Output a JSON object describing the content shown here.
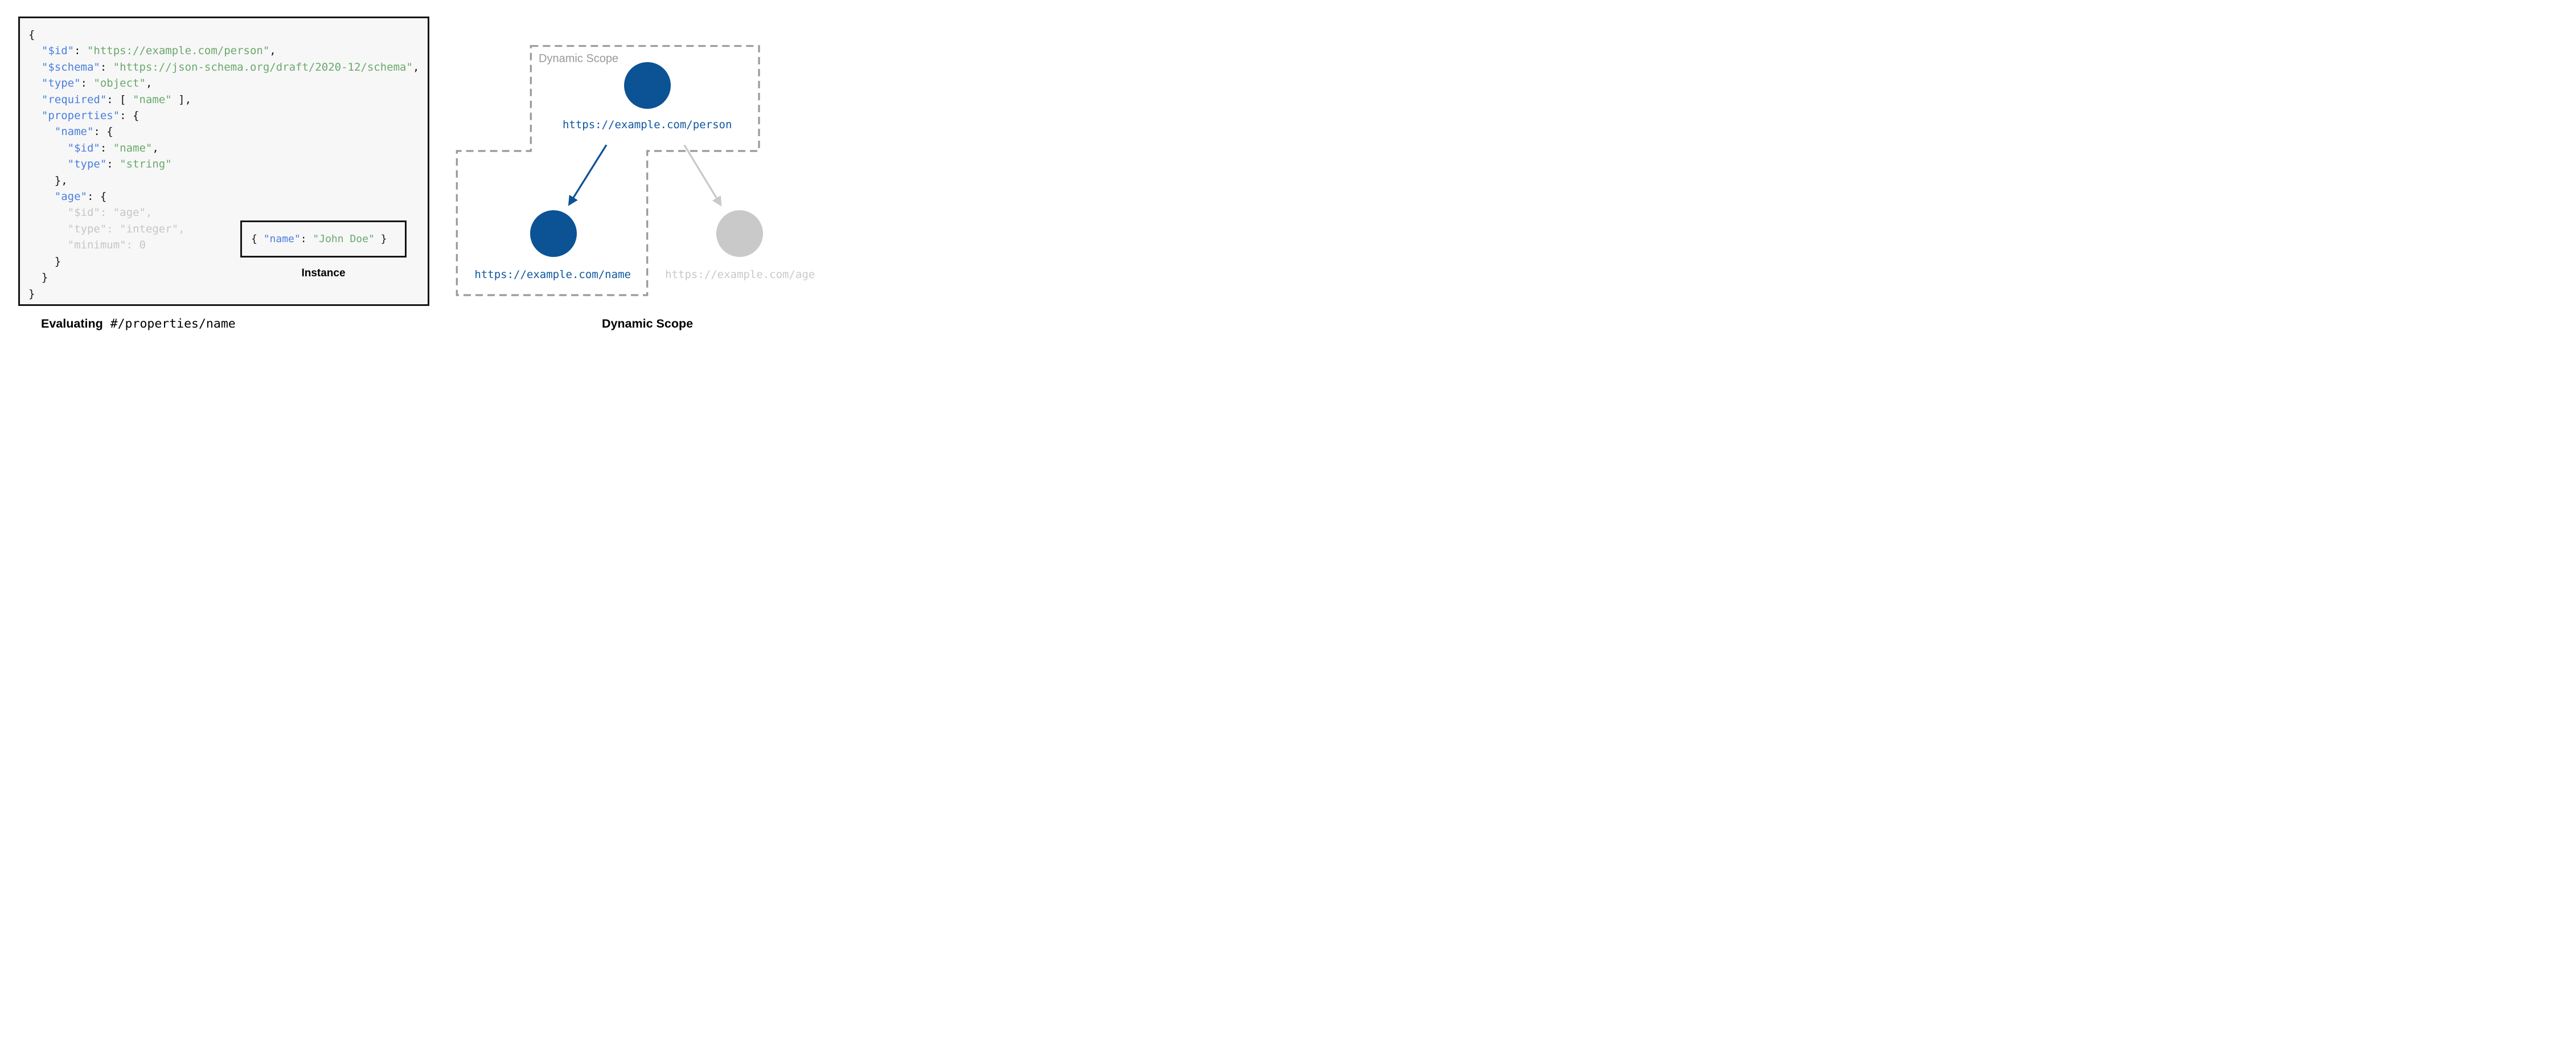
{
  "colors": {
    "panel_background": "#f7f7f7",
    "border_ink": "#151515",
    "key_blue": "#4a7ee0",
    "string_green": "#6aa96d",
    "muted_gray": "#c6c6c6",
    "node_blue": "#0b5394",
    "node_gray": "#c9c9c9",
    "dash_gray": "#999999",
    "url_blue": "#0f57a0"
  },
  "schema_panel": {
    "code_lines": [
      [
        [
          "p",
          "{"
        ]
      ],
      [
        [
          "p",
          "  "
        ],
        [
          "k",
          "\"$id\""
        ],
        [
          "p",
          ": "
        ],
        [
          "s",
          "\"https://example.com/person\""
        ],
        [
          "p",
          ","
        ]
      ],
      [
        [
          "p",
          "  "
        ],
        [
          "k",
          "\"$schema\""
        ],
        [
          "p",
          ": "
        ],
        [
          "s",
          "\"https://json-schema.org/draft/2020-12/schema\""
        ],
        [
          "p",
          ","
        ]
      ],
      [
        [
          "p",
          "  "
        ],
        [
          "k",
          "\"type\""
        ],
        [
          "p",
          ": "
        ],
        [
          "s",
          "\"object\""
        ],
        [
          "p",
          ","
        ]
      ],
      [
        [
          "p",
          "  "
        ],
        [
          "k",
          "\"required\""
        ],
        [
          "p",
          ": [ "
        ],
        [
          "s",
          "\"name\""
        ],
        [
          "p",
          " ],"
        ]
      ],
      [
        [
          "p",
          "  "
        ],
        [
          "k",
          "\"properties\""
        ],
        [
          "p",
          ": {"
        ]
      ],
      [
        [
          "p",
          "    "
        ],
        [
          "k",
          "\"name\""
        ],
        [
          "p",
          ": {"
        ]
      ],
      [
        [
          "p",
          "      "
        ],
        [
          "k",
          "\"$id\""
        ],
        [
          "p",
          ": "
        ],
        [
          "s",
          "\"name\""
        ],
        [
          "p",
          ","
        ]
      ],
      [
        [
          "p",
          "      "
        ],
        [
          "k",
          "\"type\""
        ],
        [
          "p",
          ": "
        ],
        [
          "s",
          "\"string\""
        ]
      ],
      [
        [
          "p",
          "    },"
        ]
      ],
      [
        [
          "p",
          "    "
        ],
        [
          "k",
          "\"age\""
        ],
        [
          "p",
          ": {"
        ]
      ],
      [
        [
          "g",
          "      \"$id\": \"age\","
        ]
      ],
      [
        [
          "g",
          "      \"type\": \"integer\","
        ]
      ],
      [
        [
          "g",
          "      \"minimum\": 0"
        ]
      ],
      [
        [
          "p",
          "    }"
        ]
      ],
      [
        [
          "p",
          "  }"
        ]
      ],
      [
        [
          "p",
          "}"
        ]
      ]
    ]
  },
  "instance": {
    "tokens": [
      [
        "p",
        "{ "
      ],
      [
        "k",
        "\"name\""
      ],
      [
        "p",
        ": "
      ],
      [
        "s",
        "\"John Doe\""
      ],
      [
        "p",
        " }"
      ]
    ],
    "label": "Instance"
  },
  "captions": {
    "left_bold": "Evaluating",
    "left_mono": " #/properties/name",
    "right": "Dynamic Scope"
  },
  "diagram": {
    "scope_label": "Dynamic Scope",
    "nodes": [
      {
        "id": "person",
        "url": "https://example.com/person",
        "state": "active"
      },
      {
        "id": "name",
        "url": "https://example.com/name",
        "state": "active"
      },
      {
        "id": "age",
        "url": "https://example.com/age",
        "state": "inactive"
      }
    ]
  }
}
